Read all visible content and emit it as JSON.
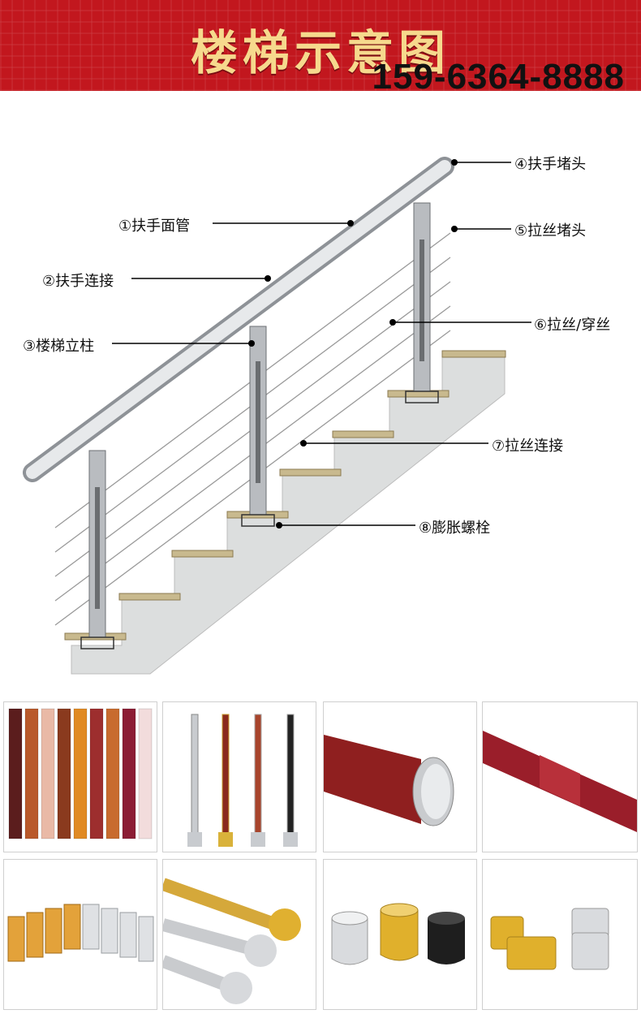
{
  "header": {
    "title": "楼梯示意图",
    "phone": "159-6364-8888",
    "bg_color": "#c2171e",
    "title_color": "#f6d98d"
  },
  "labels": [
    "④扶手堵头",
    "①扶手面管",
    "⑤拉丝堵头",
    "②扶手连接",
    "⑥拉丝/穿丝",
    "③楼梯立柱",
    "⑦拉丝连接",
    "⑧膨胀螺栓"
  ],
  "products": [
    {
      "icon": "handrail-tubes-icon"
    },
    {
      "icon": "stair-posts-icon"
    },
    {
      "icon": "handrail-end-cap-icon"
    },
    {
      "icon": "handrail-joint-icon"
    },
    {
      "icon": "connector-sleeves-icon"
    },
    {
      "icon": "cable-end-caps-icon"
    },
    {
      "icon": "cable-caps-icon"
    },
    {
      "icon": "cable-connectors-icon"
    }
  ]
}
